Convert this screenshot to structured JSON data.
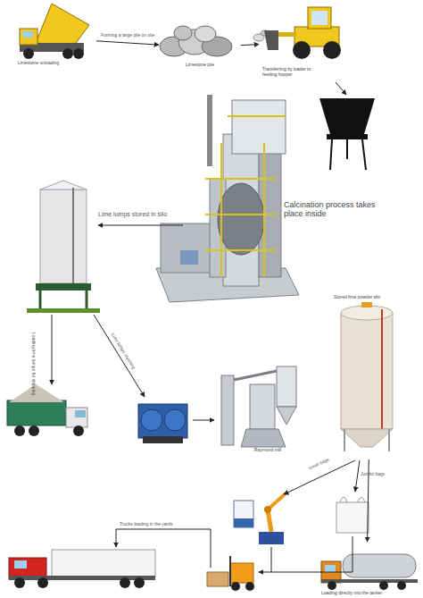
{
  "diagram": {
    "nodes": [
      {
        "text": [
          "Limestone unloading"
        ]
      },
      {
        "text": [
          "Limestone pile"
        ]
      },
      {
        "text": [
          "Transferring by loader to feeding hopper"
        ]
      },
      {
        "text": [
          "Calcination process takes place inside"
        ]
      },
      {
        "text": [
          "Raymond mill"
        ]
      },
      {
        "text": [
          "Stored lime powder silo"
        ]
      },
      {
        "text": [
          "Loading directly into the tanker"
        ]
      }
    ],
    "edges": [
      {
        "from": 0,
        "to": 1,
        "arrow": "to",
        "label": "Forming a large pile on site"
      },
      {
        "from": 1,
        "to": 2,
        "arrow": "to"
      },
      {
        "from": 5,
        "to": 6,
        "arrow": "to"
      }
    ],
    "labels": [
      "Lime lumps stored in silo",
      "Loading lime lumps for shipping",
      "Lime lumps crushing",
      "Small bags",
      "Jumbo bags",
      "Trucks loading in the yards"
    ]
  }
}
